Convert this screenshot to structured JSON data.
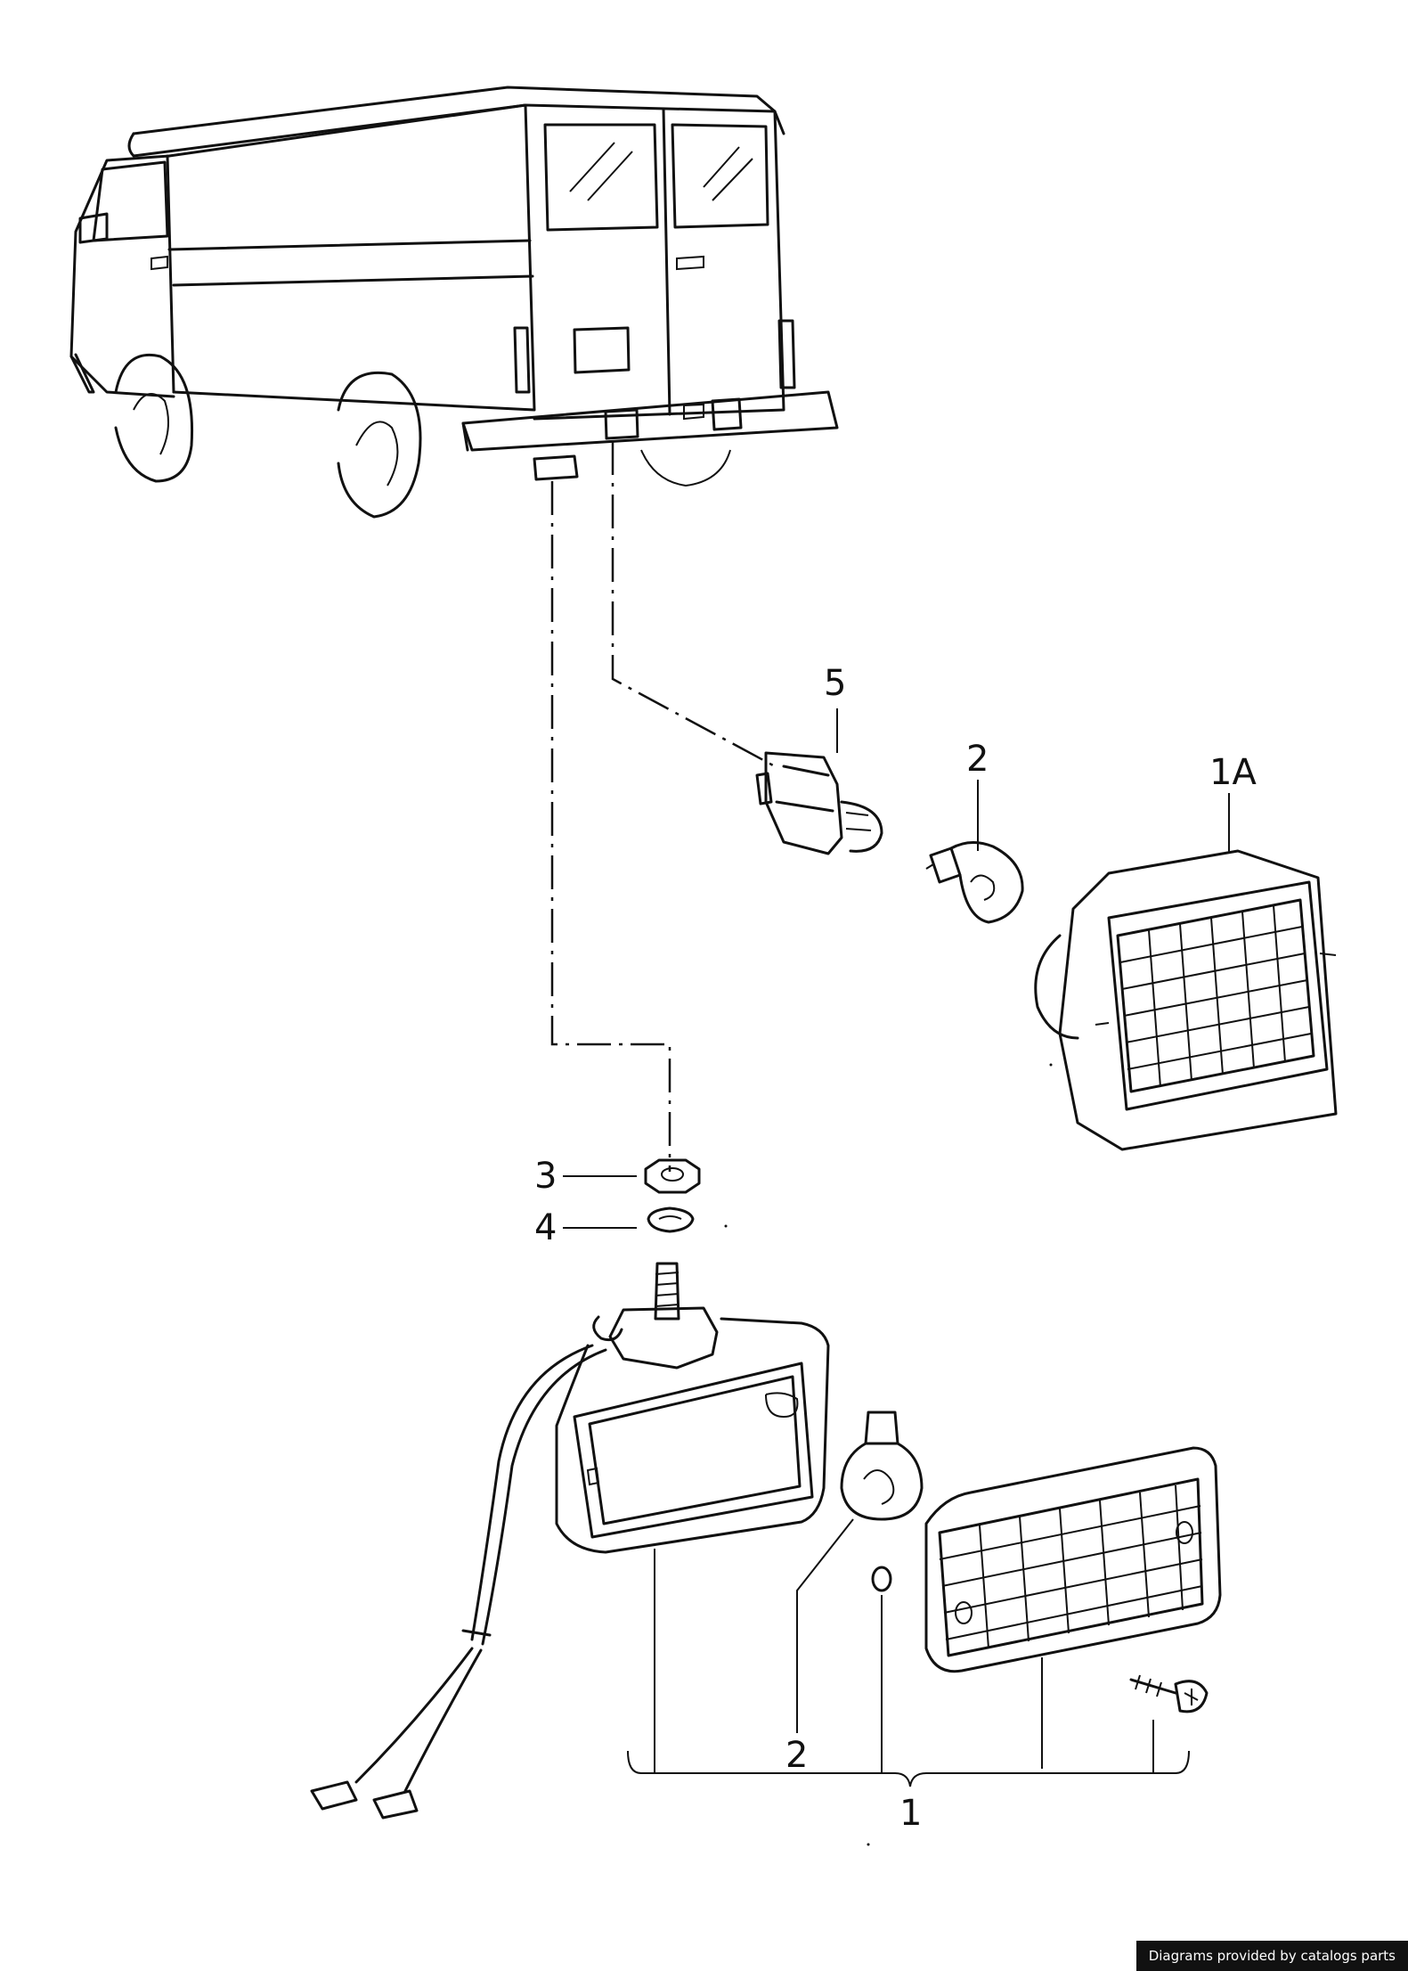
{
  "callouts": {
    "c5": "5",
    "c2_top": "2",
    "c1a": "1A",
    "c3": "3",
    "c4": "4",
    "c2_bottom": "2",
    "c1": "1"
  },
  "footer": {
    "credit": "Diagrams provided by catalogs parts"
  }
}
